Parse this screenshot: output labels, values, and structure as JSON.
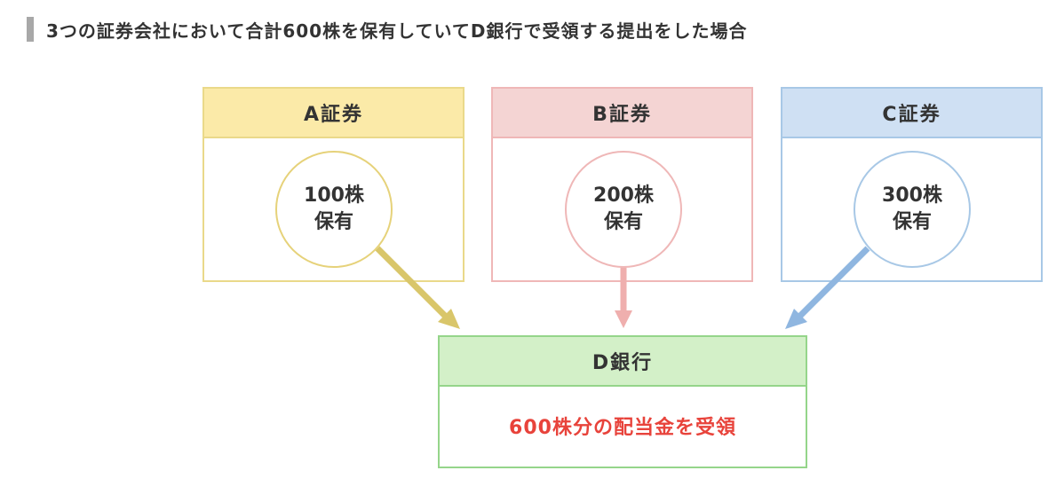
{
  "heading": "3つの証券会社において合計600株を保有していてD銀行で受領する提出をした場合",
  "colors": {
    "a_border": "#ead98a",
    "a_header": "#fbeaa8",
    "a_arrow": "#d9c66a",
    "b_border": "#efb7b7",
    "b_header": "#f4d4d3",
    "b_arrow": "#efafae",
    "c_border": "#a8c8e6",
    "c_header": "#cfe0f3",
    "c_arrow": "#8fb6e0",
    "d_border": "#95d58a",
    "d_header": "#d3f0c8",
    "highlight_text": "#e8433b"
  },
  "brokers": [
    {
      "name": "A証券",
      "shares": "100株",
      "holding": "保有"
    },
    {
      "name": "B証券",
      "shares": "200株",
      "holding": "保有"
    },
    {
      "name": "C証券",
      "shares": "300株",
      "holding": "保有"
    }
  ],
  "bank": {
    "name": "D銀行",
    "result": "600株分の配当金を受領"
  }
}
